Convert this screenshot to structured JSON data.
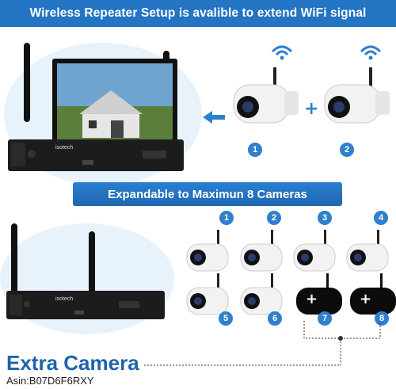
{
  "banner_top": "Wireless Repeater Setup is avalible to extend WiFi signal",
  "banner_mid": "Expandable to Maximun 8 Cameras",
  "brand": "isotech",
  "top_cameras": [
    "1",
    "2"
  ],
  "bottom_cameras": [
    "1",
    "2",
    "3",
    "4",
    "5",
    "6",
    "7",
    "8"
  ],
  "extra_title": "Extra Camera",
  "asin": "Asin:B07D6F6RXY",
  "colors": {
    "accent": "#2474c4",
    "title": "#1e63ad",
    "nvr": "#1c1c1c"
  },
  "icons": [
    "wifi-icon",
    "arrow-left-icon",
    "plus-icon"
  ]
}
